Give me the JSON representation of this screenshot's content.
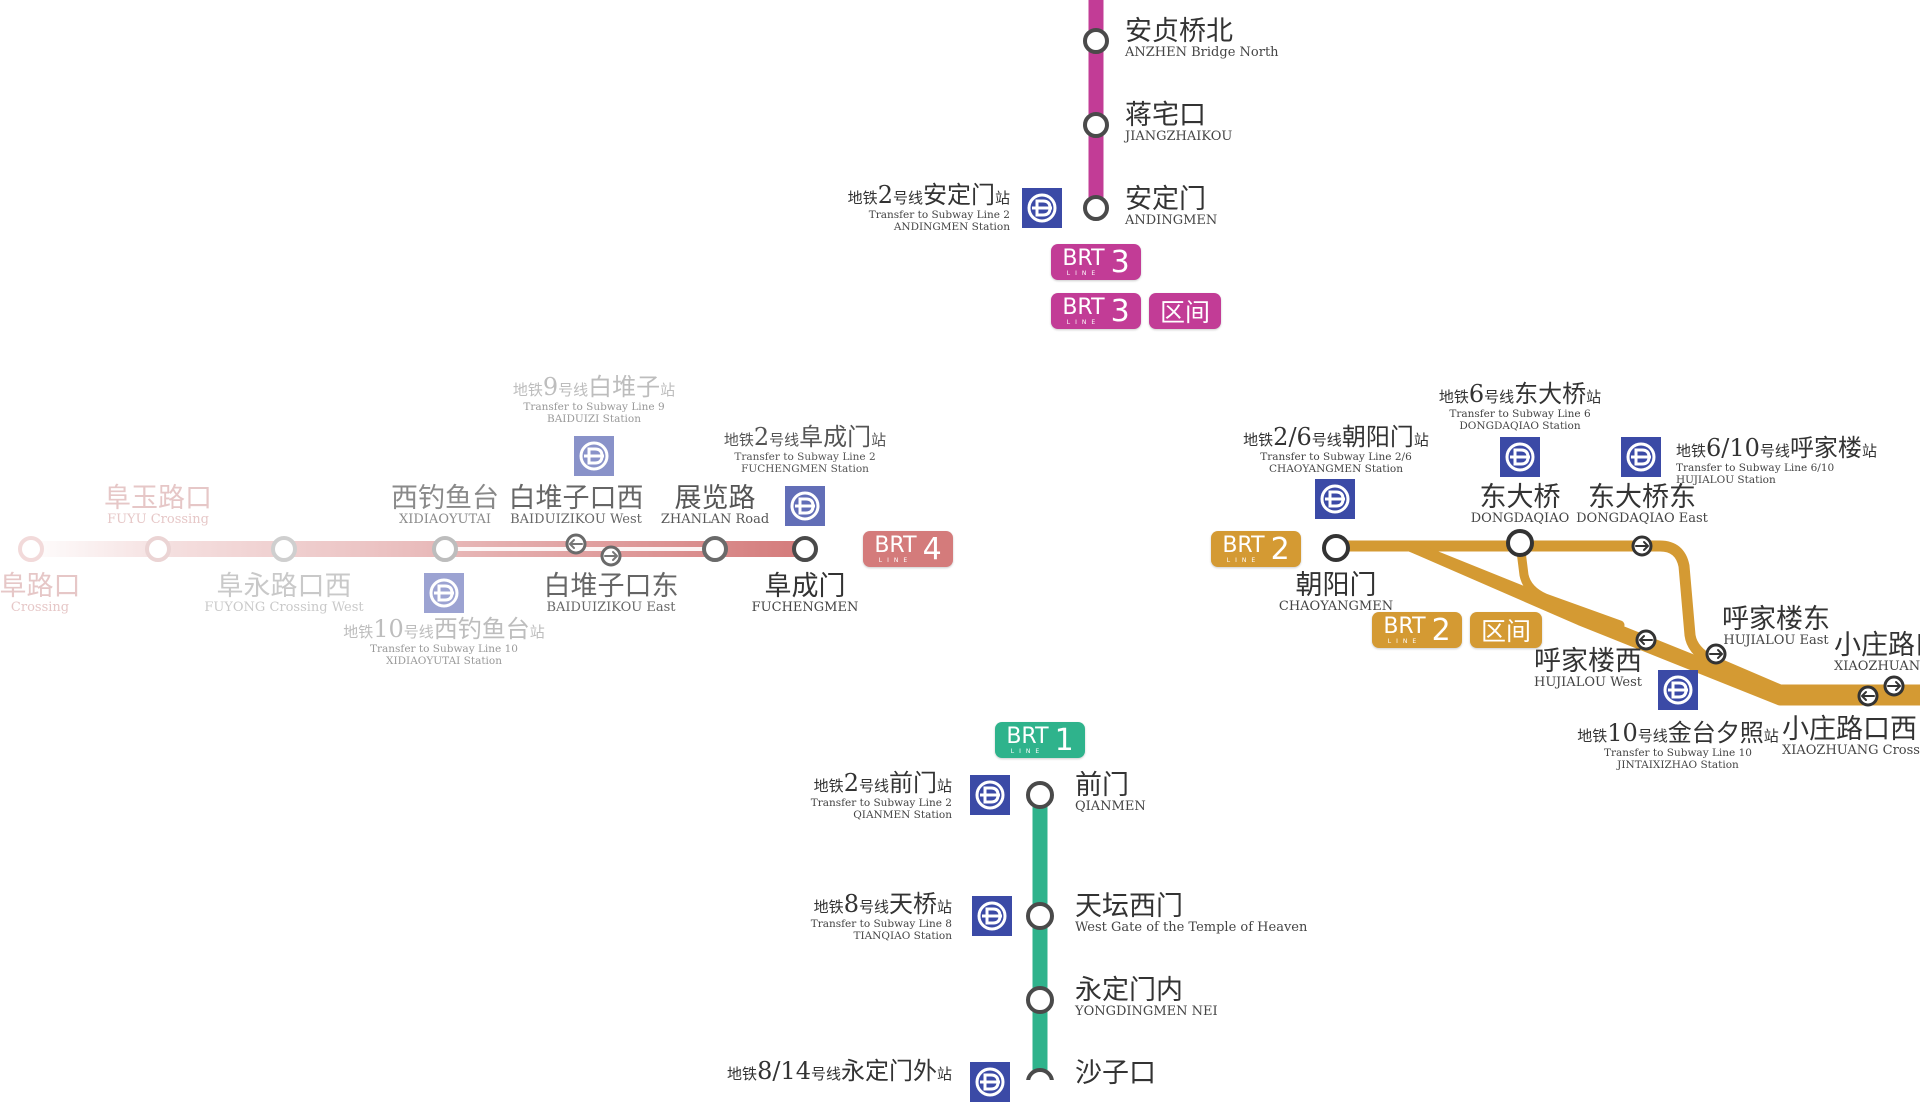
{
  "colors": {
    "brt1": "#2fb38c",
    "brt2": "#d49a33",
    "brt3": "#c23c96",
    "brt4": "#d47b7b",
    "subway_icon": "#3b4aa6"
  },
  "badges": {
    "brt_text": "BRT",
    "line_text": "LINE",
    "section_text": "区间",
    "brt1_num": "1",
    "brt2_num": "2",
    "brt3_num": "3",
    "brt4_num": "4"
  },
  "brt3": {
    "stations": [
      {
        "cn": "安贞桥北",
        "en": "ANZHEN Bridge North"
      },
      {
        "cn": "蒋宅口",
        "en": "JIANGZHAIKOU"
      },
      {
        "cn": "安定门",
        "en": "ANDINGMEN"
      }
    ],
    "transfers": [
      {
        "pre": "地铁",
        "num": "2",
        "mid": "号线",
        "name": "安定门",
        "suf": "站",
        "en1": "Transfer to Subway Line 2",
        "en2": "ANDINGMEN Station"
      }
    ]
  },
  "brt4": {
    "stations": [
      {
        "cn": "阜玉路口",
        "en": "FUYU Crossing"
      },
      {
        "cn": "阜路口",
        "en": "Crossing"
      },
      {
        "cn": "阜永路口西",
        "en": "FUYONG Crossing West"
      },
      {
        "cn": "西钓鱼台",
        "en": "XIDIAOYUTAI"
      },
      {
        "cn": "白堆子口西",
        "en": "BAIDUIZIKOU West"
      },
      {
        "cn": "白堆子口东",
        "en": "BAIDUIZIKOU East"
      },
      {
        "cn": "展览路",
        "en": "ZHANLAN Road"
      },
      {
        "cn": "阜成门",
        "en": "FUCHENGMEN"
      }
    ],
    "transfers": [
      {
        "pre": "地铁",
        "num": "9",
        "mid": "号线",
        "name": "白堆子",
        "suf": "站",
        "en1": "Transfer to Subway Line 9",
        "en2": "BAIDUIZI Station"
      },
      {
        "pre": "地铁",
        "num": "2",
        "mid": "号线",
        "name": "阜成门",
        "suf": "站",
        "en1": "Transfer to Subway Line 2",
        "en2": "FUCHENGMEN Station"
      },
      {
        "pre": "地铁",
        "num": "10",
        "mid": "号线",
        "name": "西钓鱼台",
        "suf": "站",
        "en1": "Transfer to Subway Line 10",
        "en2": "XIDIAOYUTAI Station"
      }
    ]
  },
  "brt2": {
    "stations": [
      {
        "cn": "朝阳门",
        "en": "CHAOYANGMEN"
      },
      {
        "cn": "东大桥",
        "en": "DONGDAQIAO"
      },
      {
        "cn": "东大桥东",
        "en": "DONGDAQIAO East"
      },
      {
        "cn": "呼家楼东",
        "en": "HUJIALOU East"
      },
      {
        "cn": "呼家楼西",
        "en": "HUJIALOU West"
      },
      {
        "cn": "小庄路口",
        "en": "XIAOZHUANG Cro"
      },
      {
        "cn": "小庄路口西",
        "en": "XIAOZHUANG Crossing"
      }
    ],
    "transfers": [
      {
        "pre": "地铁",
        "num": "2/6",
        "mid": "号线",
        "name": "朝阳门",
        "suf": "站",
        "en1": "Transfer to Subway Line 2/6",
        "en2": "CHAOYANGMEN Station"
      },
      {
        "pre": "地铁",
        "num": "6",
        "mid": "号线",
        "name": "东大桥",
        "suf": "站",
        "en1": "Transfer to Subway Line 6",
        "en2": "DONGDAQIAO Station"
      },
      {
        "pre": "地铁",
        "num": "6/10",
        "mid": "号线",
        "name": "呼家楼",
        "suf": "站",
        "en1": "Transfer to Subway Line 6/10",
        "en2": "HUJIALOU Station"
      },
      {
        "pre": "地铁",
        "num": "10",
        "mid": "号线",
        "name": "金台夕照",
        "suf": "站",
        "en1": "Transfer to Subway Line 10",
        "en2": "JINTAIXIZHAO Station"
      }
    ]
  },
  "brt1": {
    "stations": [
      {
        "cn": "前门",
        "en": "QIANMEN"
      },
      {
        "cn": "天坛西门",
        "en": "West Gate of the Temple of Heaven"
      },
      {
        "cn": "永定门内",
        "en": "YONGDINGMEN NEI"
      },
      {
        "cn": "沙子口",
        "en": ""
      }
    ],
    "transfers": [
      {
        "pre": "地铁",
        "num": "2",
        "mid": "号线",
        "name": "前门",
        "suf": "站",
        "en1": "Transfer to Subway Line 2",
        "en2": "QIANMEN Station"
      },
      {
        "pre": "地铁",
        "num": "8",
        "mid": "号线",
        "name": "天桥",
        "suf": "站",
        "en1": "Transfer to Subway Line 8",
        "en2": "TIANQIAO Station"
      },
      {
        "pre": "地铁",
        "num": "8/14",
        "mid": "号线",
        "name": "永定门外",
        "suf": "站",
        "en1": "",
        "en2": ""
      }
    ]
  }
}
